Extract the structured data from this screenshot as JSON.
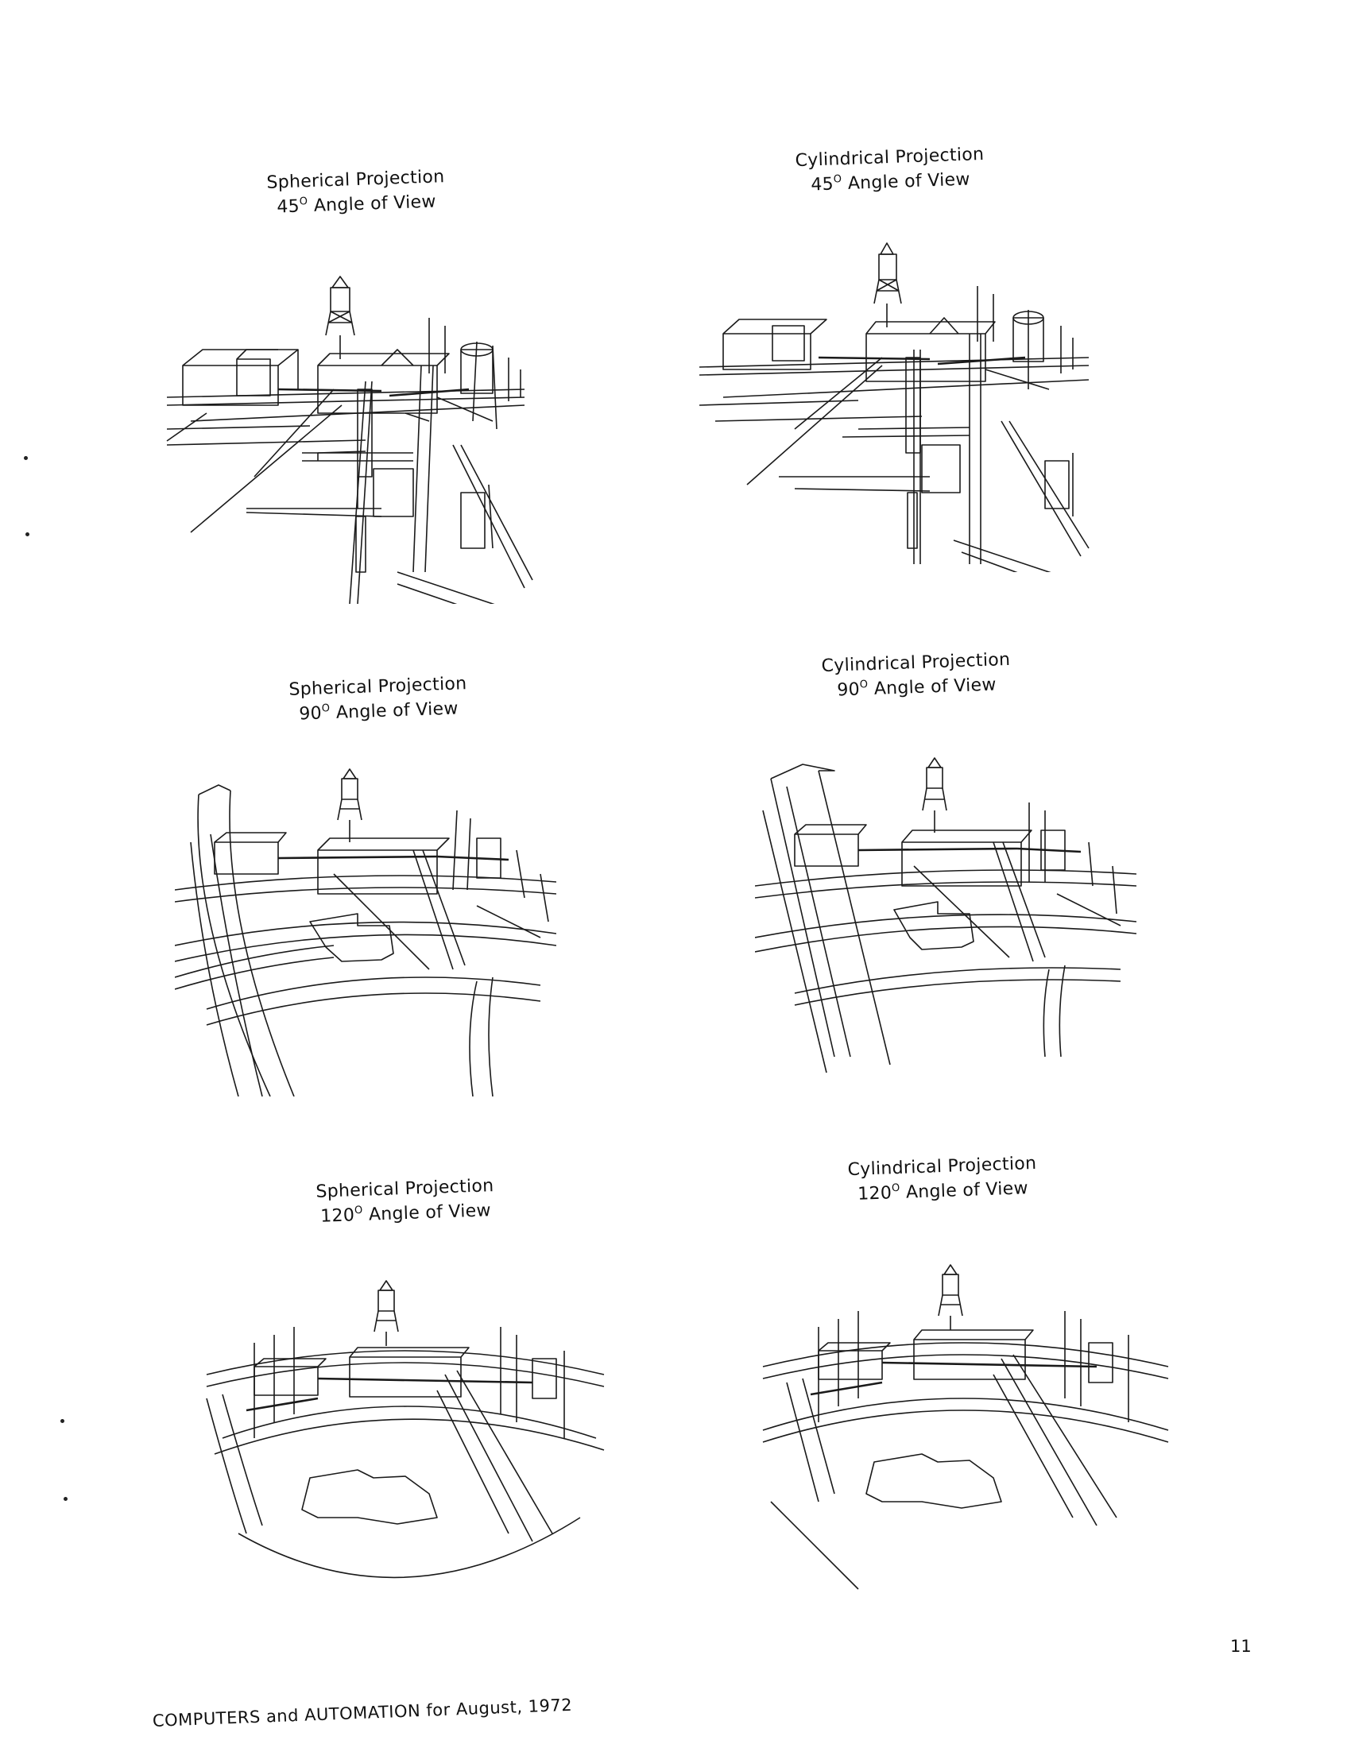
{
  "figures": [
    {
      "projection": "Spherical Projection",
      "angle": "45",
      "angle_suffix": "Angle of View"
    },
    {
      "projection": "Cylindrical Projection",
      "angle": "45",
      "angle_suffix": "Angle of View"
    },
    {
      "projection": "Spherical Projection",
      "angle": "90",
      "angle_suffix": "Angle of View"
    },
    {
      "projection": "Cylindrical Projection",
      "angle": "90",
      "angle_suffix": "Angle of View"
    },
    {
      "projection": "Spherical Projection",
      "angle": "120",
      "angle_suffix": "Angle of View"
    },
    {
      "projection": "Cylindrical Projection",
      "angle": "120",
      "angle_suffix": "Angle of View"
    }
  ],
  "degree_symbol": "O",
  "footer": "COMPUTERS and AUTOMATION for August, 1972",
  "page_number": "11"
}
